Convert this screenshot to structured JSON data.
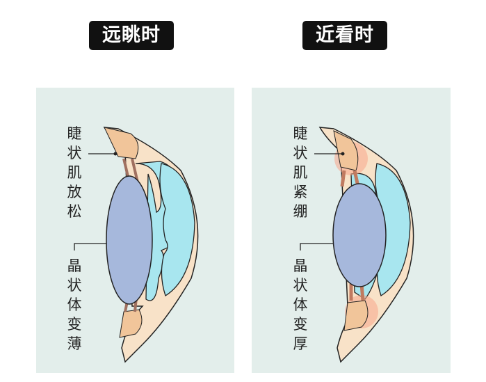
{
  "panels": [
    {
      "title": "远眺时",
      "muscle_label": "睫状肌放松",
      "lens_label": "晶状体变薄"
    },
    {
      "title": "近看时",
      "muscle_label": "睫状肌紧绷",
      "lens_label": "晶状体变厚"
    }
  ],
  "colors": {
    "panel_bg": "#e3eeeb",
    "sclera": "#f8e2c8",
    "muscle": "#f1c59a",
    "lens": "#a6b8dc",
    "aqueous": "#a8e6ef",
    "tension": "#f7a58a"
  }
}
